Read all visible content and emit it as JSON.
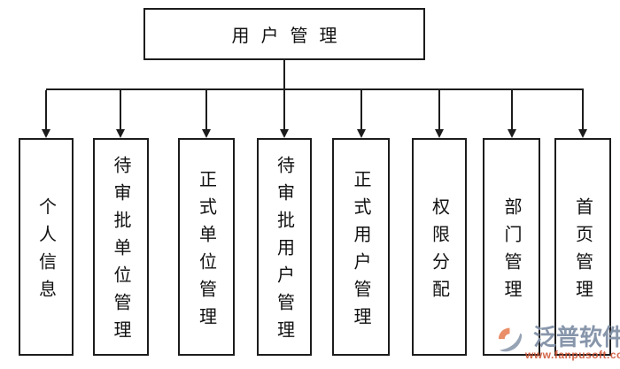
{
  "diagram": {
    "root_label": "用户管理",
    "children": [
      {
        "label": "个人信息"
      },
      {
        "label": "待审批单位管理"
      },
      {
        "label": "正式单位管理"
      },
      {
        "label": "待审批用户管理"
      },
      {
        "label": "正式用户管理"
      },
      {
        "label": "权限分配"
      },
      {
        "label": "部门管理"
      },
      {
        "label": "首页管理"
      }
    ]
  },
  "watermark": {
    "brand": "泛普软件",
    "url": "www.fanpusoft.com",
    "brand_color": "#8290a6",
    "url_color": "#cd5030",
    "logo_orange": "#e2703f",
    "logo_gray": "#8290a6"
  },
  "colors": {
    "line": "#1c1c1c",
    "background": "#ffffff",
    "text": "#111111"
  }
}
